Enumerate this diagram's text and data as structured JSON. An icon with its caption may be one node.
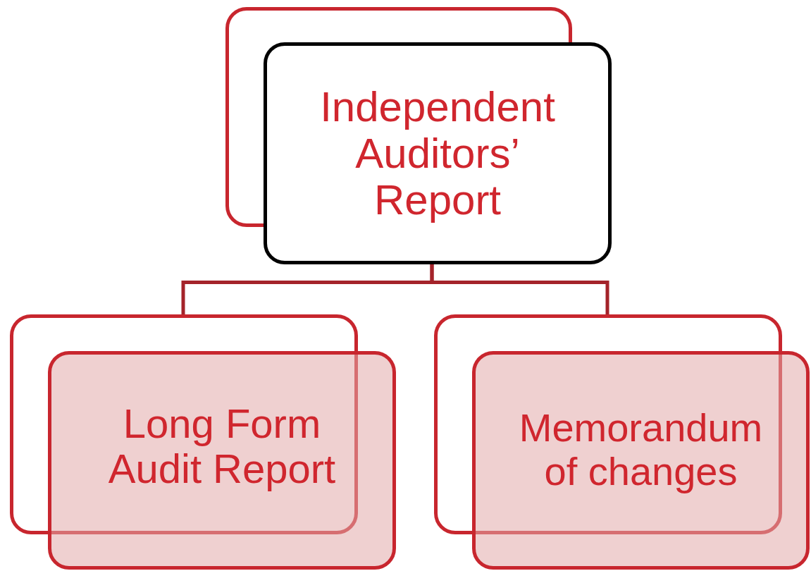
{
  "diagram": {
    "nodes": [
      {
        "text": [
          "Independent Auditors’ Report"
        ]
      },
      {
        "text": [
          "Long Form Audit Report"
        ]
      },
      {
        "text": [
          "Memorandum of changes"
        ]
      }
    ],
    "edges": [
      {
        "from": 0,
        "to": 1,
        "arrow": "none"
      },
      {
        "from": 0,
        "to": 2,
        "arrow": "none"
      }
    ]
  }
}
